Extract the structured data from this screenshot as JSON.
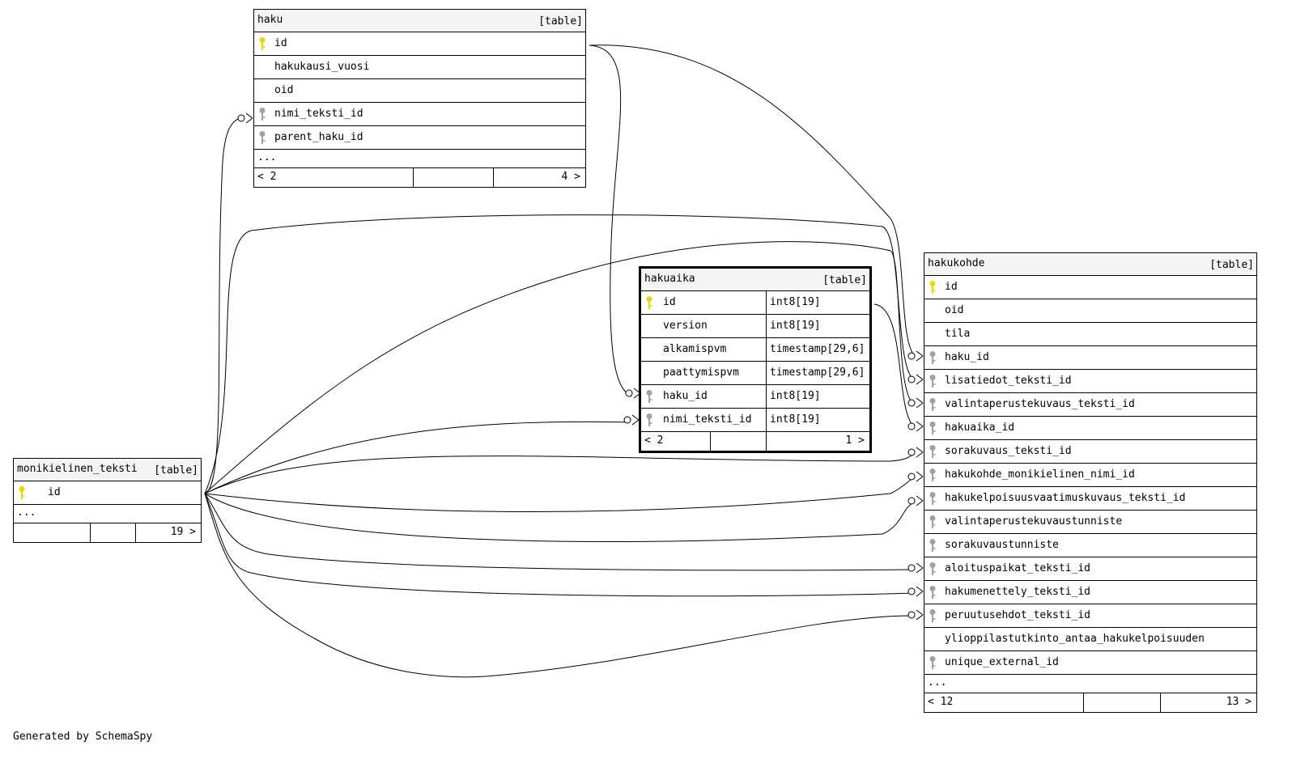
{
  "tables": {
    "haku": {
      "name": "haku",
      "type": "[table]",
      "columns": [
        "id",
        "hakukausi_vuosi",
        "oid",
        "nimi_teksti_id",
        "parent_haku_id"
      ],
      "more": "...",
      "children": "< 2",
      "parents": "4 >"
    },
    "hakuaika": {
      "name": "hakuaika",
      "type": "[table]",
      "columns": [
        "id",
        "version",
        "alkamispvm",
        "paattymispvm",
        "haku_id",
        "nimi_teksti_id"
      ],
      "types": [
        "int8[19]",
        "int8[19]",
        "timestamp[29,6]",
        "timestamp[29,6]",
        "int8[19]",
        "int8[19]"
      ],
      "children": "< 2",
      "parents": "1 >"
    },
    "hakukohde": {
      "name": "hakukohde",
      "type": "[table]",
      "columns": [
        "id",
        "oid",
        "tila",
        "haku_id",
        "lisatiedot_teksti_id",
        "valintaperustekuvaus_teksti_id",
        "hakuaika_id",
        "sorakuvaus_teksti_id",
        "hakukohde_monikielinen_nimi_id",
        "hakukelpoisuusvaatimuskuvaus_teksti_id",
        "valintaperustekuvaustunniste",
        "sorakuvaustunniste",
        "aloituspaikat_teksti_id",
        "hakumenettely_teksti_id",
        "peruutusehdot_teksti_id",
        "ylioppilastutkinto_antaa_hakukelpoisuuden",
        "unique_external_id"
      ],
      "more": "...",
      "children": "< 12",
      "parents": "13 >"
    },
    "monikielinen_teksti": {
      "name": "monikielinen_teksti",
      "type": "[table]",
      "columns": [
        "id"
      ],
      "more": "...",
      "children": "",
      "parents": "19 >"
    }
  },
  "footer": "Generated by SchemaSpy",
  "colors": {
    "primary_key": "#e8d800",
    "foreign_key": "#a0a0a0",
    "header_bg": "#f4f4f4"
  }
}
